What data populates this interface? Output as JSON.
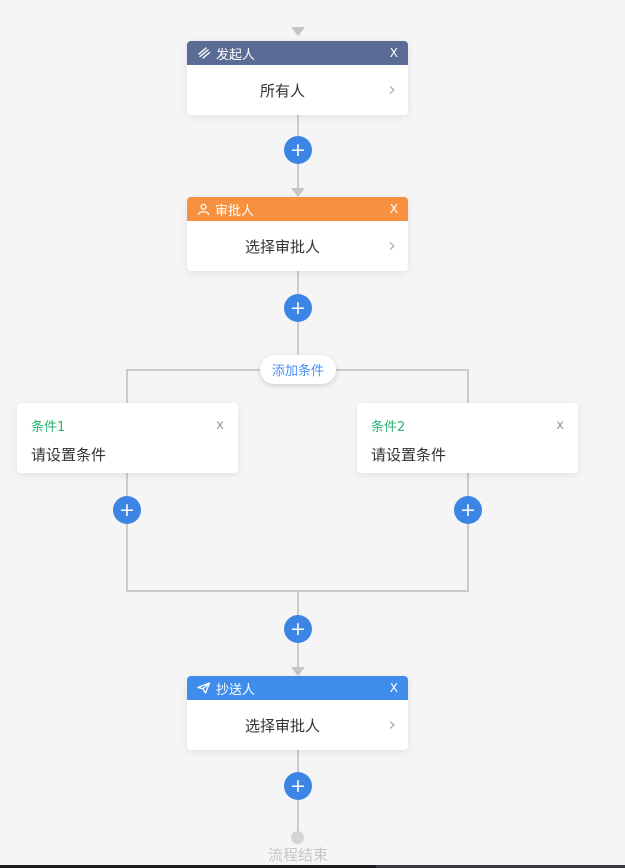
{
  "flow": {
    "initiator": {
      "title": "发起人",
      "value": "所有人"
    },
    "approver": {
      "title": "审批人",
      "value": "选择审批人"
    },
    "branch": {
      "add_button_label": "添加条件",
      "conditions": [
        {
          "title": "条件1",
          "value": "请设置条件"
        },
        {
          "title": "条件2",
          "value": "请设置条件"
        }
      ]
    },
    "cc": {
      "title": "抄送人",
      "value": "选择审批人"
    },
    "end_label": "流程结束"
  },
  "icons": {
    "plus": "+",
    "close_x": "X",
    "close_x_small": "x",
    "chevron_right": "›"
  },
  "colors": {
    "background": "#f5f5f6",
    "initiator_header": "#5a6b95",
    "approver_header": "#f7913f",
    "cc_header": "#3e8ded",
    "plus_button": "#3d85e4",
    "condition_title": "#2cb573",
    "add_condition_text": "#4a90f0",
    "connector_line": "#cbcbcb"
  }
}
